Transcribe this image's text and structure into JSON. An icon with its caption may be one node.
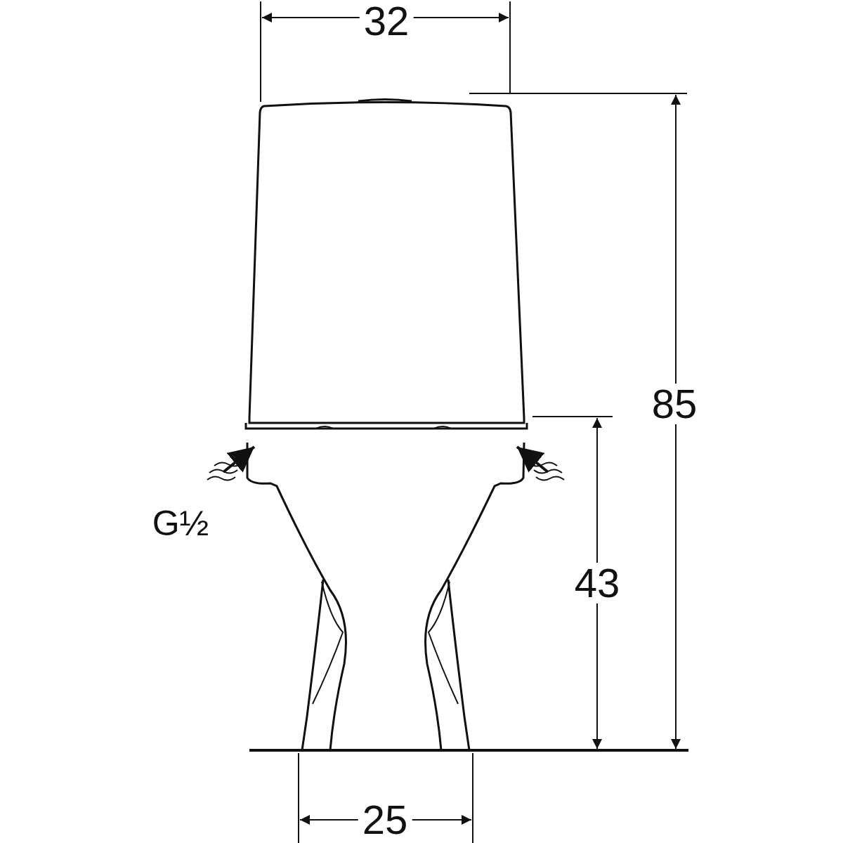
{
  "diagram": {
    "labels": [
      "32",
      "85",
      "G½",
      "43",
      "25"
    ]
  }
}
